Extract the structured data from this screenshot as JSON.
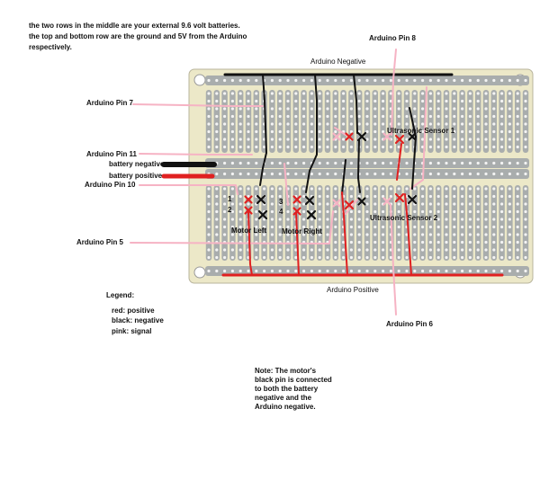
{
  "header": {
    "line1": "the two rows in the middle are your external 9.6 volt batteries.",
    "line2": "the top and bottom row are the ground and 5V from the Arduino",
    "line3": "respectively."
  },
  "labels": {
    "arduino_pin_8": "Arduino Pin 8",
    "arduino_negative": "Arduino Negative",
    "arduino_pin_7": "Arduino Pin 7",
    "ultrasonic_sensor_1": "Ultrasonic Sensor 1",
    "arduino_pin_11": "Arduino Pin 11",
    "battery_negative": "battery negative",
    "battery_positive": "battery positive",
    "arduino_pin_10": "Arduino Pin 10",
    "ultrasonic_sensor_2": "Ultrasonic Sensor 2",
    "motor_left": "Motor Left",
    "motor_right": "Motor Right",
    "arduino_pin_5": "Arduino Pin  5",
    "arduino_positive": "Arduino Positive",
    "arduino_pin_6": "Arduino Pin 6",
    "motor_pin_1": "1",
    "motor_pin_2": "2",
    "motor_pin_3": "3",
    "motor_pin_4": "4"
  },
  "legend": {
    "title": "Legend:",
    "red": "red: positive",
    "black": "black: negative",
    "pink": "pink: signal"
  },
  "note": "Note: The motor's\nblack pin is connected\nto both the battery\nnegative and the\nArduino negative.",
  "colors": {
    "board": "#ece8c8",
    "rail": "#a9adad",
    "hole": "#f4f4f4",
    "positive": "#e02020",
    "negative": "#111111",
    "signal": "#f6b3c4"
  }
}
